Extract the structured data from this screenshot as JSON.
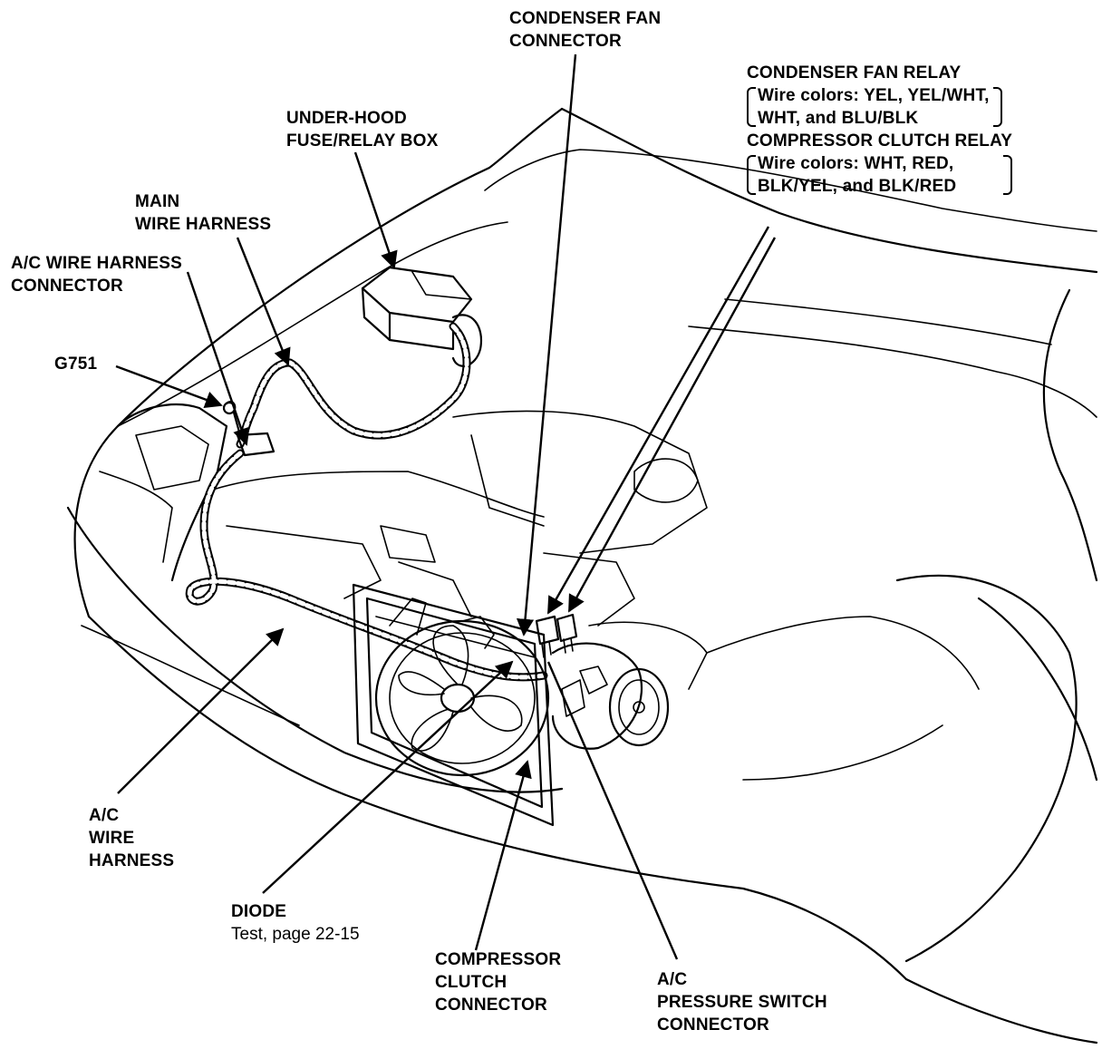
{
  "labels": {
    "condenser_fan_connector": [
      "CONDENSER FAN",
      "CONNECTOR"
    ],
    "condenser_fan_relay": {
      "title": "CONDENSER FAN RELAY",
      "wire_colors": [
        "Wire colors: YEL, YEL/WHT,",
        "WHT, and BLU/BLK"
      ]
    },
    "compressor_clutch_relay": {
      "title": "COMPRESSOR CLUTCH RELAY",
      "wire_colors": [
        "Wire colors: WHT, RED,",
        "BLK/YEL, and BLK/RED"
      ]
    },
    "under_hood_fuse_relay_box": [
      "UNDER-HOOD",
      "FUSE/RELAY BOX"
    ],
    "main_wire_harness": [
      "MAIN",
      "WIRE HARNESS"
    ],
    "ac_wire_harness_connector": [
      "A/C WIRE HARNESS",
      "CONNECTOR"
    ],
    "g751": "G751",
    "ac_wire_harness": [
      "A/C",
      "WIRE",
      "HARNESS"
    ],
    "diode": {
      "title": "DIODE",
      "note": "Test, page 22-15"
    },
    "compressor_clutch_connector": [
      "COMPRESSOR",
      "CLUTCH",
      "CONNECTOR"
    ],
    "ac_pressure_switch_connector": [
      "A/C",
      "PRESSURE SWITCH",
      "CONNECTOR"
    ]
  }
}
